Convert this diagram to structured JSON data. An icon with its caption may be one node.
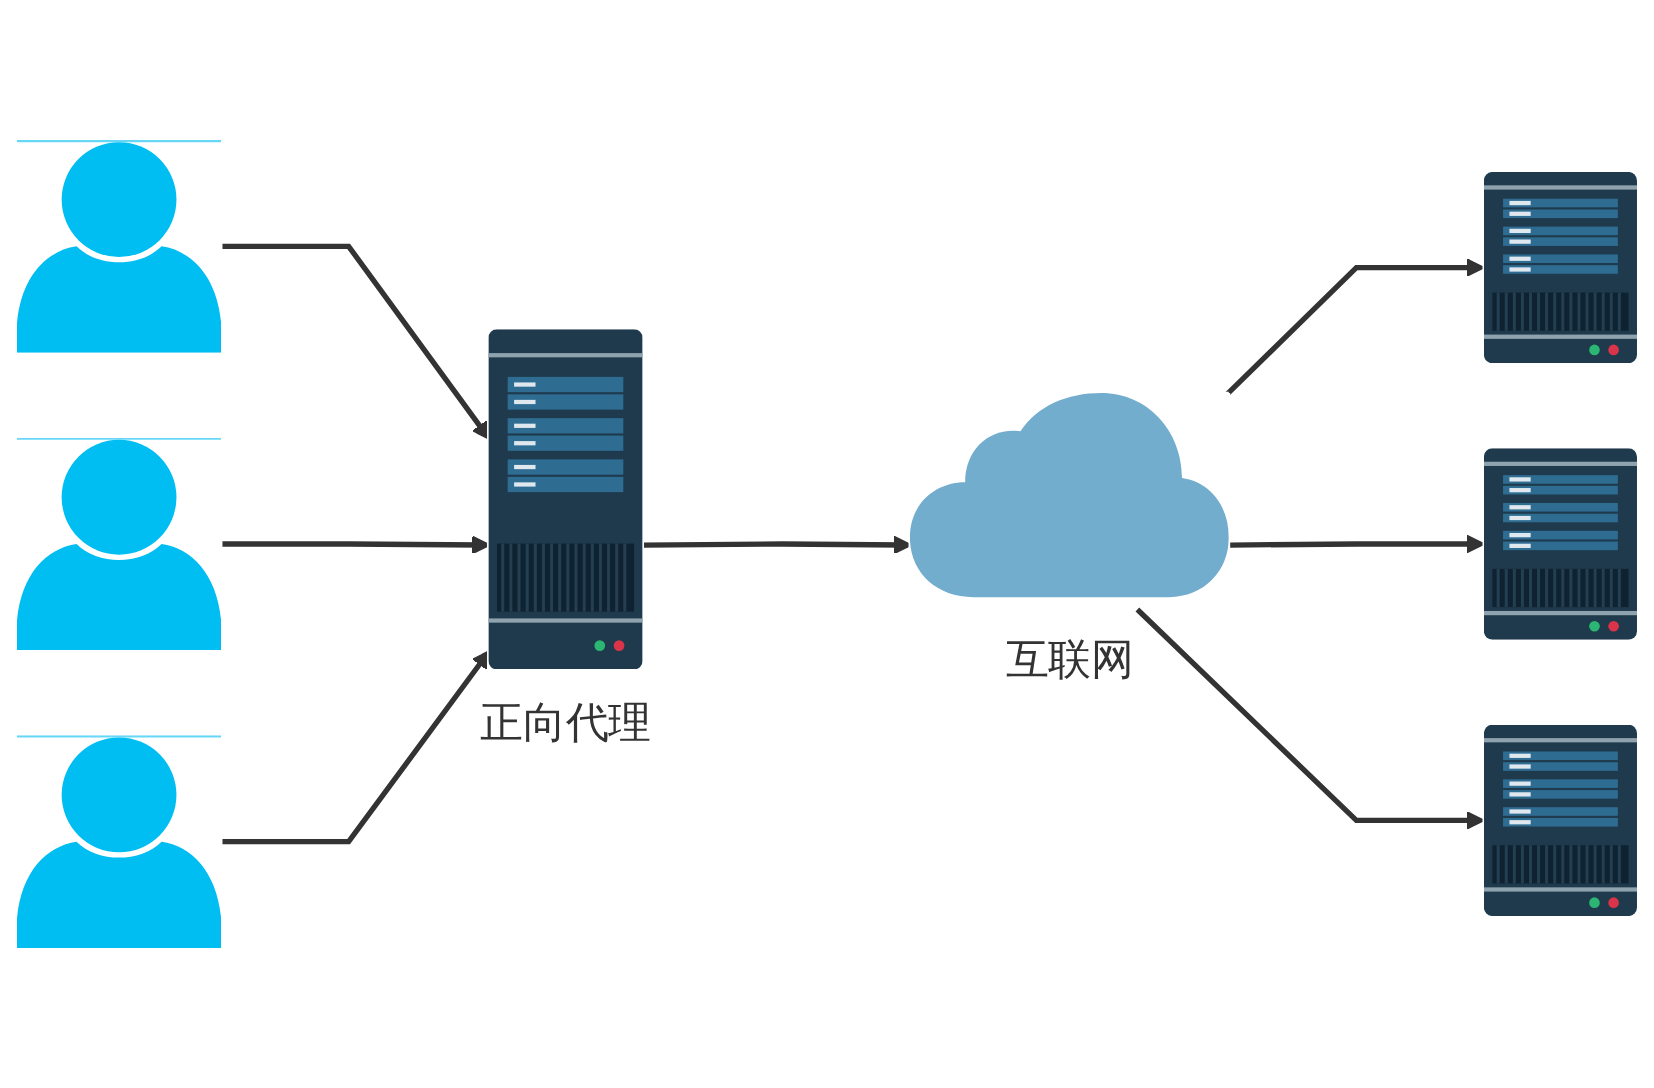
{
  "diagram": {
    "nodes": [
      {
        "text": [],
        "shape": "person"
      },
      {
        "text": [],
        "shape": "person"
      },
      {
        "text": [],
        "shape": "person"
      },
      {
        "text": [
          "正向代理"
        ]
      },
      {
        "text": [
          "互联网"
        ]
      },
      {
        "text": [],
        "shape": "box"
      },
      {
        "text": [],
        "shape": "box"
      },
      {
        "text": [],
        "shape": "box"
      }
    ],
    "edges": [
      {
        "from": 0,
        "to": 3,
        "arrow": "to"
      },
      {
        "from": 1,
        "to": 3,
        "arrow": "to"
      },
      {
        "from": 2,
        "to": 3,
        "arrow": "to"
      },
      {
        "from": 3,
        "to": 4,
        "arrow": "to"
      },
      {
        "from": 4,
        "to": 5,
        "arrow": "to"
      },
      {
        "from": 4,
        "to": 6,
        "arrow": "to"
      },
      {
        "from": 4,
        "to": 7,
        "arrow": "to"
      }
    ]
  }
}
